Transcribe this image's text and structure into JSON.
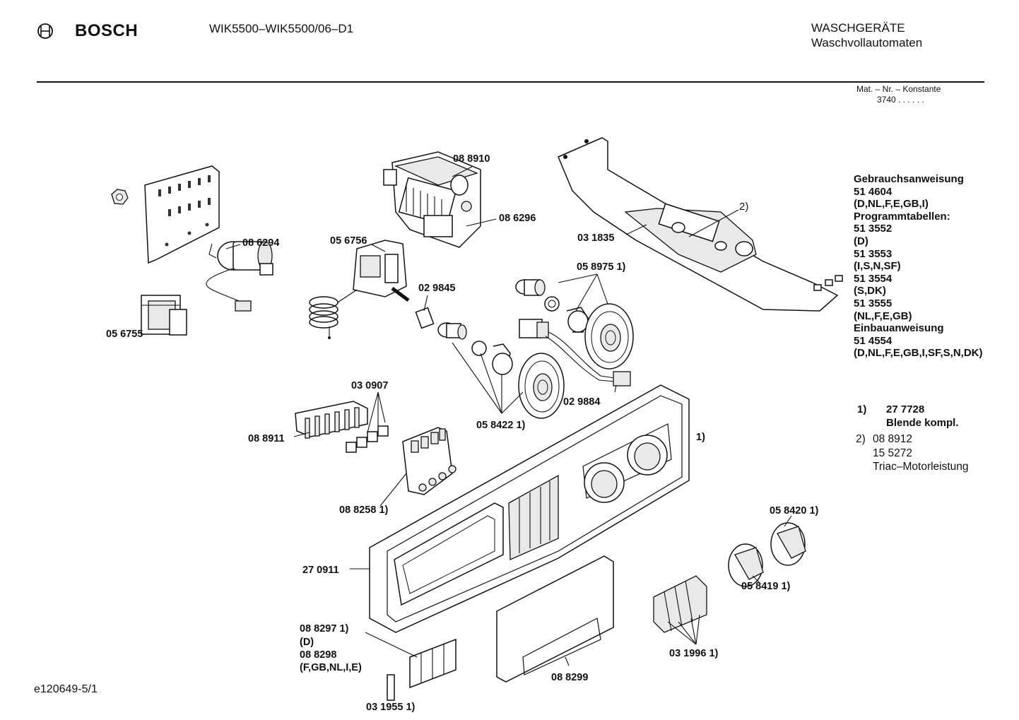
{
  "header": {
    "brand": "BOSCH",
    "model": "WIK5500–WIK5500/06–D1",
    "category": "WASCHGERÄTE",
    "subcategory": "Waschvollautomaten",
    "constant_label": "Mat. – Nr. – Konstante",
    "constant_value": "3740 . . . . . ."
  },
  "footer": {
    "drawing_id": "e120649-5/1"
  },
  "part_labels": {
    "p088910": "08 8910",
    "p086296": "08 6296",
    "p086294": "08 6294",
    "p056756": "05 6756",
    "p029845": "02 9845",
    "p056755": "05 6755",
    "p031835": "03 1835",
    "p2": "2)",
    "p058975": "05 8975 1)",
    "p029884": "02 9884",
    "p030907": "03 0907",
    "p088911": "08 8911",
    "p058422": "05 8422 1)",
    "p088258": "08 8258 1)",
    "p1": "1)",
    "p058420": "05 8420 1)",
    "p058419": "05 8419 1)",
    "p270911": "27 0911",
    "p088297a": "08 8297 1)",
    "p088297b": "(D)",
    "p088297c": "08 8298",
    "p088297d": "(F,GB,NL,I,E)",
    "p088299": "08 8299",
    "p031996": "03 1996 1)",
    "p031955": "03 1955 1)"
  },
  "side_list": [
    "Gebrauchsanweisung",
    "51 4604",
    "(D,NL,F,E,GB,I)",
    "Programmtabellen:",
    "51 3552",
    "(D)",
    "51 3553",
    "(I,S,N,SF)",
    "51 3554",
    "(S,DK)",
    "51 3555",
    "(NL,F,E,GB)",
    "Einbauanweisung",
    "51 4554",
    "(D,NL,F,E,GB,I,SF,S,N,DK)"
  ],
  "notes": {
    "n1_key": "1)",
    "n1_num": "27 7728",
    "n1_text": "Blende kompl.",
    "n2_key": "2)",
    "n2_num1": "08 8912",
    "n2_num2": "15 5272",
    "n2_text": "Triac–Motorleistung"
  }
}
